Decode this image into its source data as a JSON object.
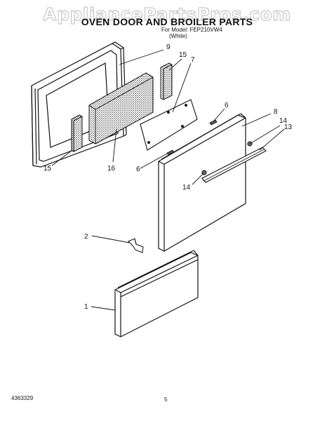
{
  "watermark": "AppliancePartsPros.com",
  "title": "OVEN DOOR AND BROILER PARTS",
  "model_line": "For Model: FEP210VW4",
  "variant": "(White)",
  "doc_number": "4363329",
  "page_number": "5",
  "callouts": {
    "c9": "9",
    "c15a": "15",
    "c7": "7",
    "c6a": "6",
    "c8": "8",
    "c14a": "14",
    "c13": "13",
    "c15b": "15",
    "c16": "16",
    "c6b": "6",
    "c14b": "14",
    "c2": "2",
    "c1": "1"
  }
}
